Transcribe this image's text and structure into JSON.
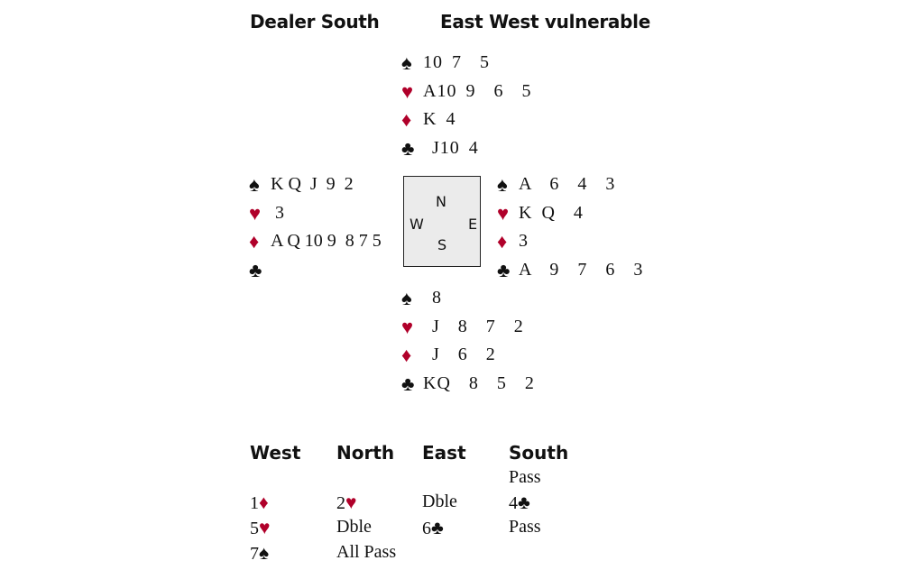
{
  "header": {
    "dealer": "Dealer South",
    "vulnerability": "East West vulnerable"
  },
  "colors": {
    "red_suit": "#b0002a",
    "black_suit": "#111111"
  },
  "compass": {
    "n": "N",
    "e": "E",
    "s": "S",
    "w": "W"
  },
  "hands": {
    "north": [
      {
        "suit": "♠",
        "cards": "10 7  5"
      },
      {
        "suit": "♥",
        "cards": "A10 9  6  5"
      },
      {
        "suit": "♦",
        "cards": "K 4"
      },
      {
        "suit": "♣",
        "cards": " J10 4"
      }
    ],
    "west": [
      {
        "suit": "♠",
        "cards": "K Q  J  9  2"
      },
      {
        "suit": "♥",
        "cards": " 3"
      },
      {
        "suit": "♦",
        "cards": "A Q 10 9  8 7 5"
      },
      {
        "suit": "♣",
        "cards": ""
      }
    ],
    "east": [
      {
        "suit": "♠",
        "cards": "A  6  4  3"
      },
      {
        "suit": "♥",
        "cards": "K Q  4"
      },
      {
        "suit": "♦",
        "cards": "3"
      },
      {
        "suit": "♣",
        "cards": "A  9  7  6  3"
      }
    ],
    "south": [
      {
        "suit": "♠",
        "cards": " 8"
      },
      {
        "suit": "♥",
        "cards": " J  8  7  2"
      },
      {
        "suit": "♦",
        "cards": " J  6  2"
      },
      {
        "suit": "♣",
        "cards": "KQ  8  5  2"
      }
    ]
  },
  "auction": {
    "headers": [
      "West",
      "North",
      "East",
      "South"
    ],
    "rows": [
      [
        null,
        null,
        null,
        {
          "text": "Pass"
        }
      ],
      [
        {
          "text": "1",
          "suit": "♦"
        },
        {
          "text": "2",
          "suit": "♥"
        },
        {
          "text": "Dble"
        },
        {
          "text": "4",
          "suit": "♣"
        }
      ],
      [
        {
          "text": "5",
          "suit": "♥"
        },
        {
          "text": "Dble"
        },
        {
          "text": "6",
          "suit": "♣"
        },
        {
          "text": "Pass"
        }
      ],
      [
        {
          "text": "7",
          "suit": "♠"
        },
        {
          "text": "All Pass"
        },
        null,
        null
      ]
    ]
  }
}
